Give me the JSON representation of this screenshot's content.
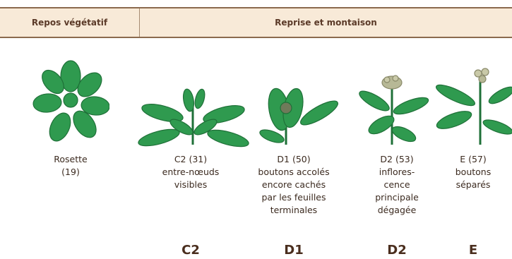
{
  "header": {
    "left_label": "Repos végétatif",
    "right_label": "Reprise et montaison"
  },
  "stages": [
    {
      "caption": "Rosette\n(19)",
      "code": ""
    },
    {
      "caption": "C2 (31)\nentre-nœuds\nvisibles",
      "code": "C2"
    },
    {
      "caption": "D1 (50)\nboutons accolés\nencore cachés\npar les feuilles\nterminales",
      "code": "D1"
    },
    {
      "caption": "D2 (53)\ninflores-\ncence\nprincipale\ndégagée",
      "code": "D2"
    },
    {
      "caption": "E (57)\nboutons\nséparés",
      "code": "E"
    }
  ],
  "colors": {
    "header_bg": "#f8ead8",
    "header_border": "#8b6a4e",
    "leaf": "#2f9a4f",
    "leaf_dark": "#1f7038",
    "bud": "#b7b896"
  }
}
